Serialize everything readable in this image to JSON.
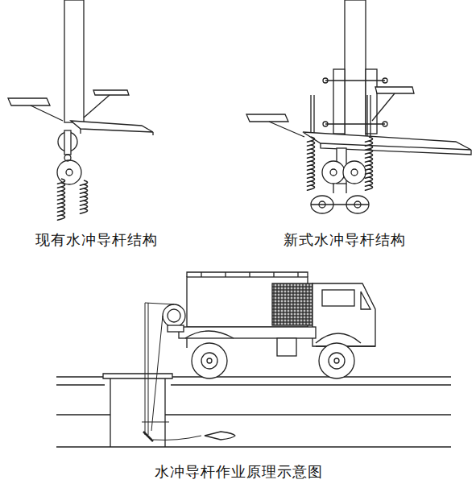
{
  "diagram": {
    "labels": [
      "现有水冲导杆结构",
      "新式水冲导杆结构",
      "水冲导杆作业原理示意图"
    ]
  }
}
